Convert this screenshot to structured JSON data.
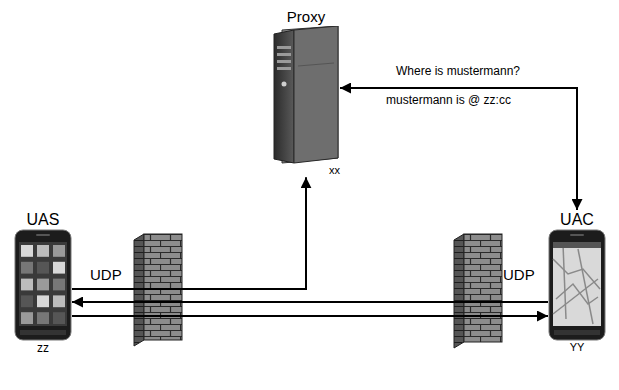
{
  "diagram": {
    "nodes": [
      {
        "text": [
          "Proxy",
          "xx"
        ]
      },
      {
        "text": [
          "UAS",
          "zz"
        ]
      },
      {
        "text": [
          "UAC",
          "YY"
        ]
      }
    ],
    "edges": [
      {
        "from": 1,
        "to": 0,
        "arrow": "to"
      },
      {
        "from": 0,
        "to": 2,
        "arrow": "both"
      },
      {
        "from": 2,
        "to": 1,
        "arrow": "to"
      },
      {
        "from": 1,
        "to": 2,
        "arrow": "to"
      }
    ],
    "labels": [
      "Where is mustermann?",
      "mustermann is @ zz:cc",
      "UDP",
      "UDP"
    ]
  }
}
